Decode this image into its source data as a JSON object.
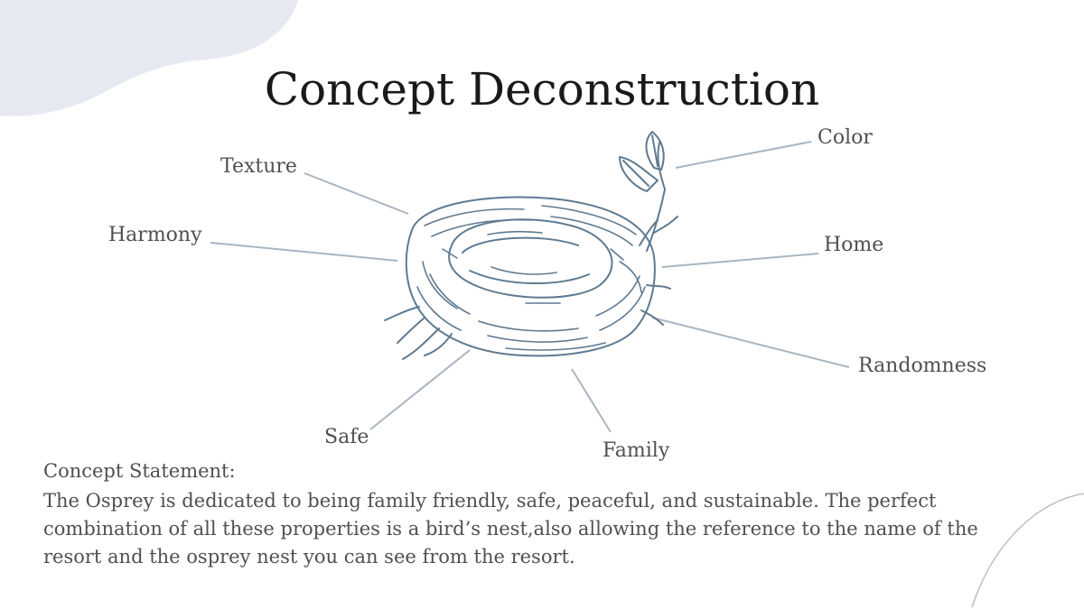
{
  "slide": {
    "title": "Concept Deconstruction",
    "colors": {
      "line": "#a9b5c1",
      "nest": "#5f7a91",
      "blob": "#e6eaf0",
      "text": "#505050"
    },
    "nodes": [
      {
        "id": "texture",
        "label": "Texture"
      },
      {
        "id": "harmony",
        "label": "Harmony"
      },
      {
        "id": "safe",
        "label": "Safe"
      },
      {
        "id": "family",
        "label": "Family"
      },
      {
        "id": "color",
        "label": "Color"
      },
      {
        "id": "home",
        "label": "Home"
      },
      {
        "id": "randomness",
        "label": "Randomness"
      }
    ],
    "center_icon": "bird-nest-icon",
    "statement": {
      "heading": "Concept Statement:",
      "body": "The Osprey is dedicated to being family friendly, safe, peaceful, and sustainable. The perfect combination of all these properties is a bird’s nest,also allowing the reference to the name of the resort and the osprey nest you can see from the resort."
    }
  }
}
